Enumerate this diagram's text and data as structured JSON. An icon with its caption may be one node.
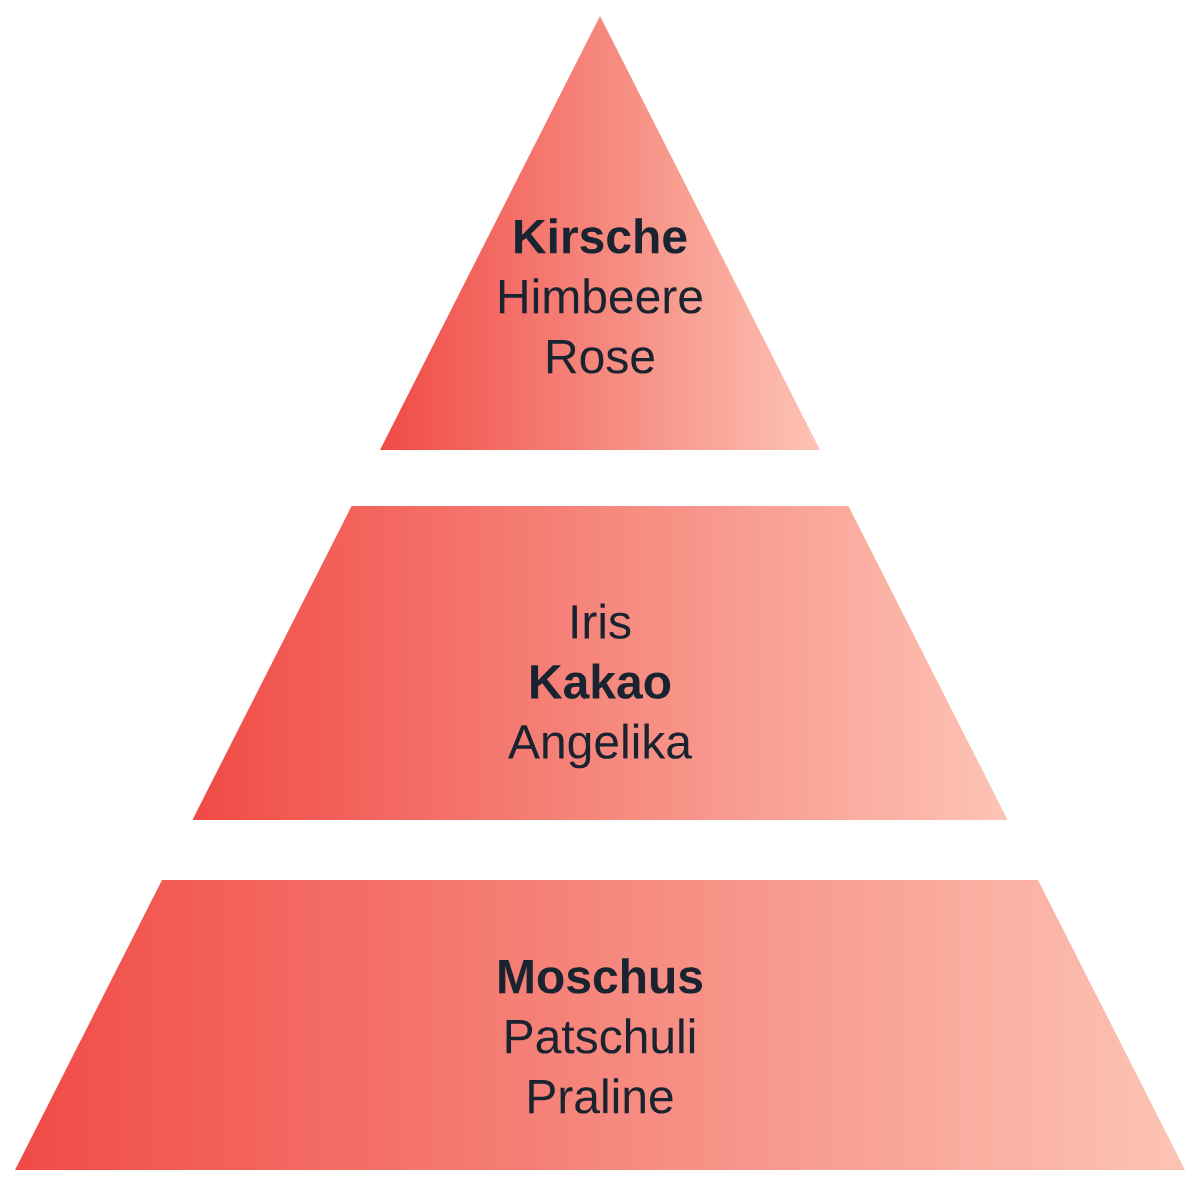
{
  "diagram": {
    "nodes": [
      {
        "text": [
          "**Kirsche**",
          "Himbeere",
          "Rose"
        ]
      },
      {
        "text": [
          "Iris",
          "**Kakao**",
          "Angelika"
        ]
      },
      {
        "text": [
          "**Moschus**",
          "Patschuli",
          "Praline"
        ]
      }
    ]
  }
}
